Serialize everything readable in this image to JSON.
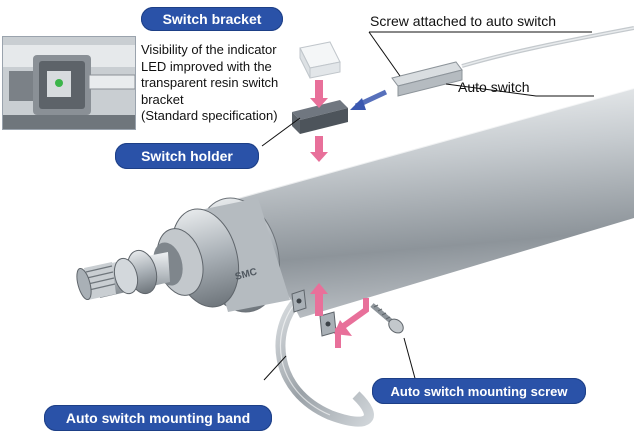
{
  "labels": {
    "switch_bracket": "Switch bracket",
    "switch_holder": "Switch holder",
    "screw_attached": "Screw attached to auto switch",
    "auto_switch": "Auto switch",
    "mounting_band": "Auto switch mounting band",
    "mounting_screw": "Auto switch mounting screw",
    "brand_mark": "SMC"
  },
  "description": {
    "lines": [
      "Visibility of the indicator",
      "LED improved with the",
      "transparent resin switch",
      "bracket",
      "(Standard specification)"
    ]
  },
  "colors": {
    "label_fill": "#2a52a8",
    "arrow_pink": "#e8709a",
    "arrow_blue": "#3a58b0",
    "leader": "#111111",
    "metal": "#b8bec4"
  }
}
